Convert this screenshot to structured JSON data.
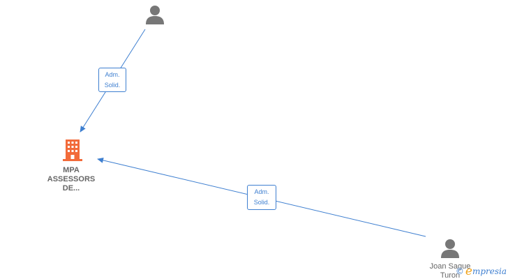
{
  "company": {
    "name_lines": [
      "MPA",
      "ASSESSORS",
      "DE..."
    ],
    "icon": "building-icon",
    "color": "#f26b3a"
  },
  "people": [
    {
      "id": "person-top",
      "name_lines": [],
      "icon": "person-icon"
    },
    {
      "id": "person-bottom",
      "name_lines": [
        "Joan Sague",
        "Turon"
      ],
      "icon": "person-icon"
    }
  ],
  "edges": [
    {
      "from": "person-top",
      "to": "company",
      "label_lines": [
        "Adm.",
        "Solid."
      ]
    },
    {
      "from": "person-bottom",
      "to": "company",
      "label_lines": [
        "Adm.",
        "Solid."
      ]
    }
  ],
  "colors": {
    "edge": "#3e7fd0",
    "person_icon": "#777777",
    "label_text": "#666666"
  },
  "watermark": {
    "copyright": "©",
    "logo_first": "e",
    "logo_rest": "mpresia"
  }
}
